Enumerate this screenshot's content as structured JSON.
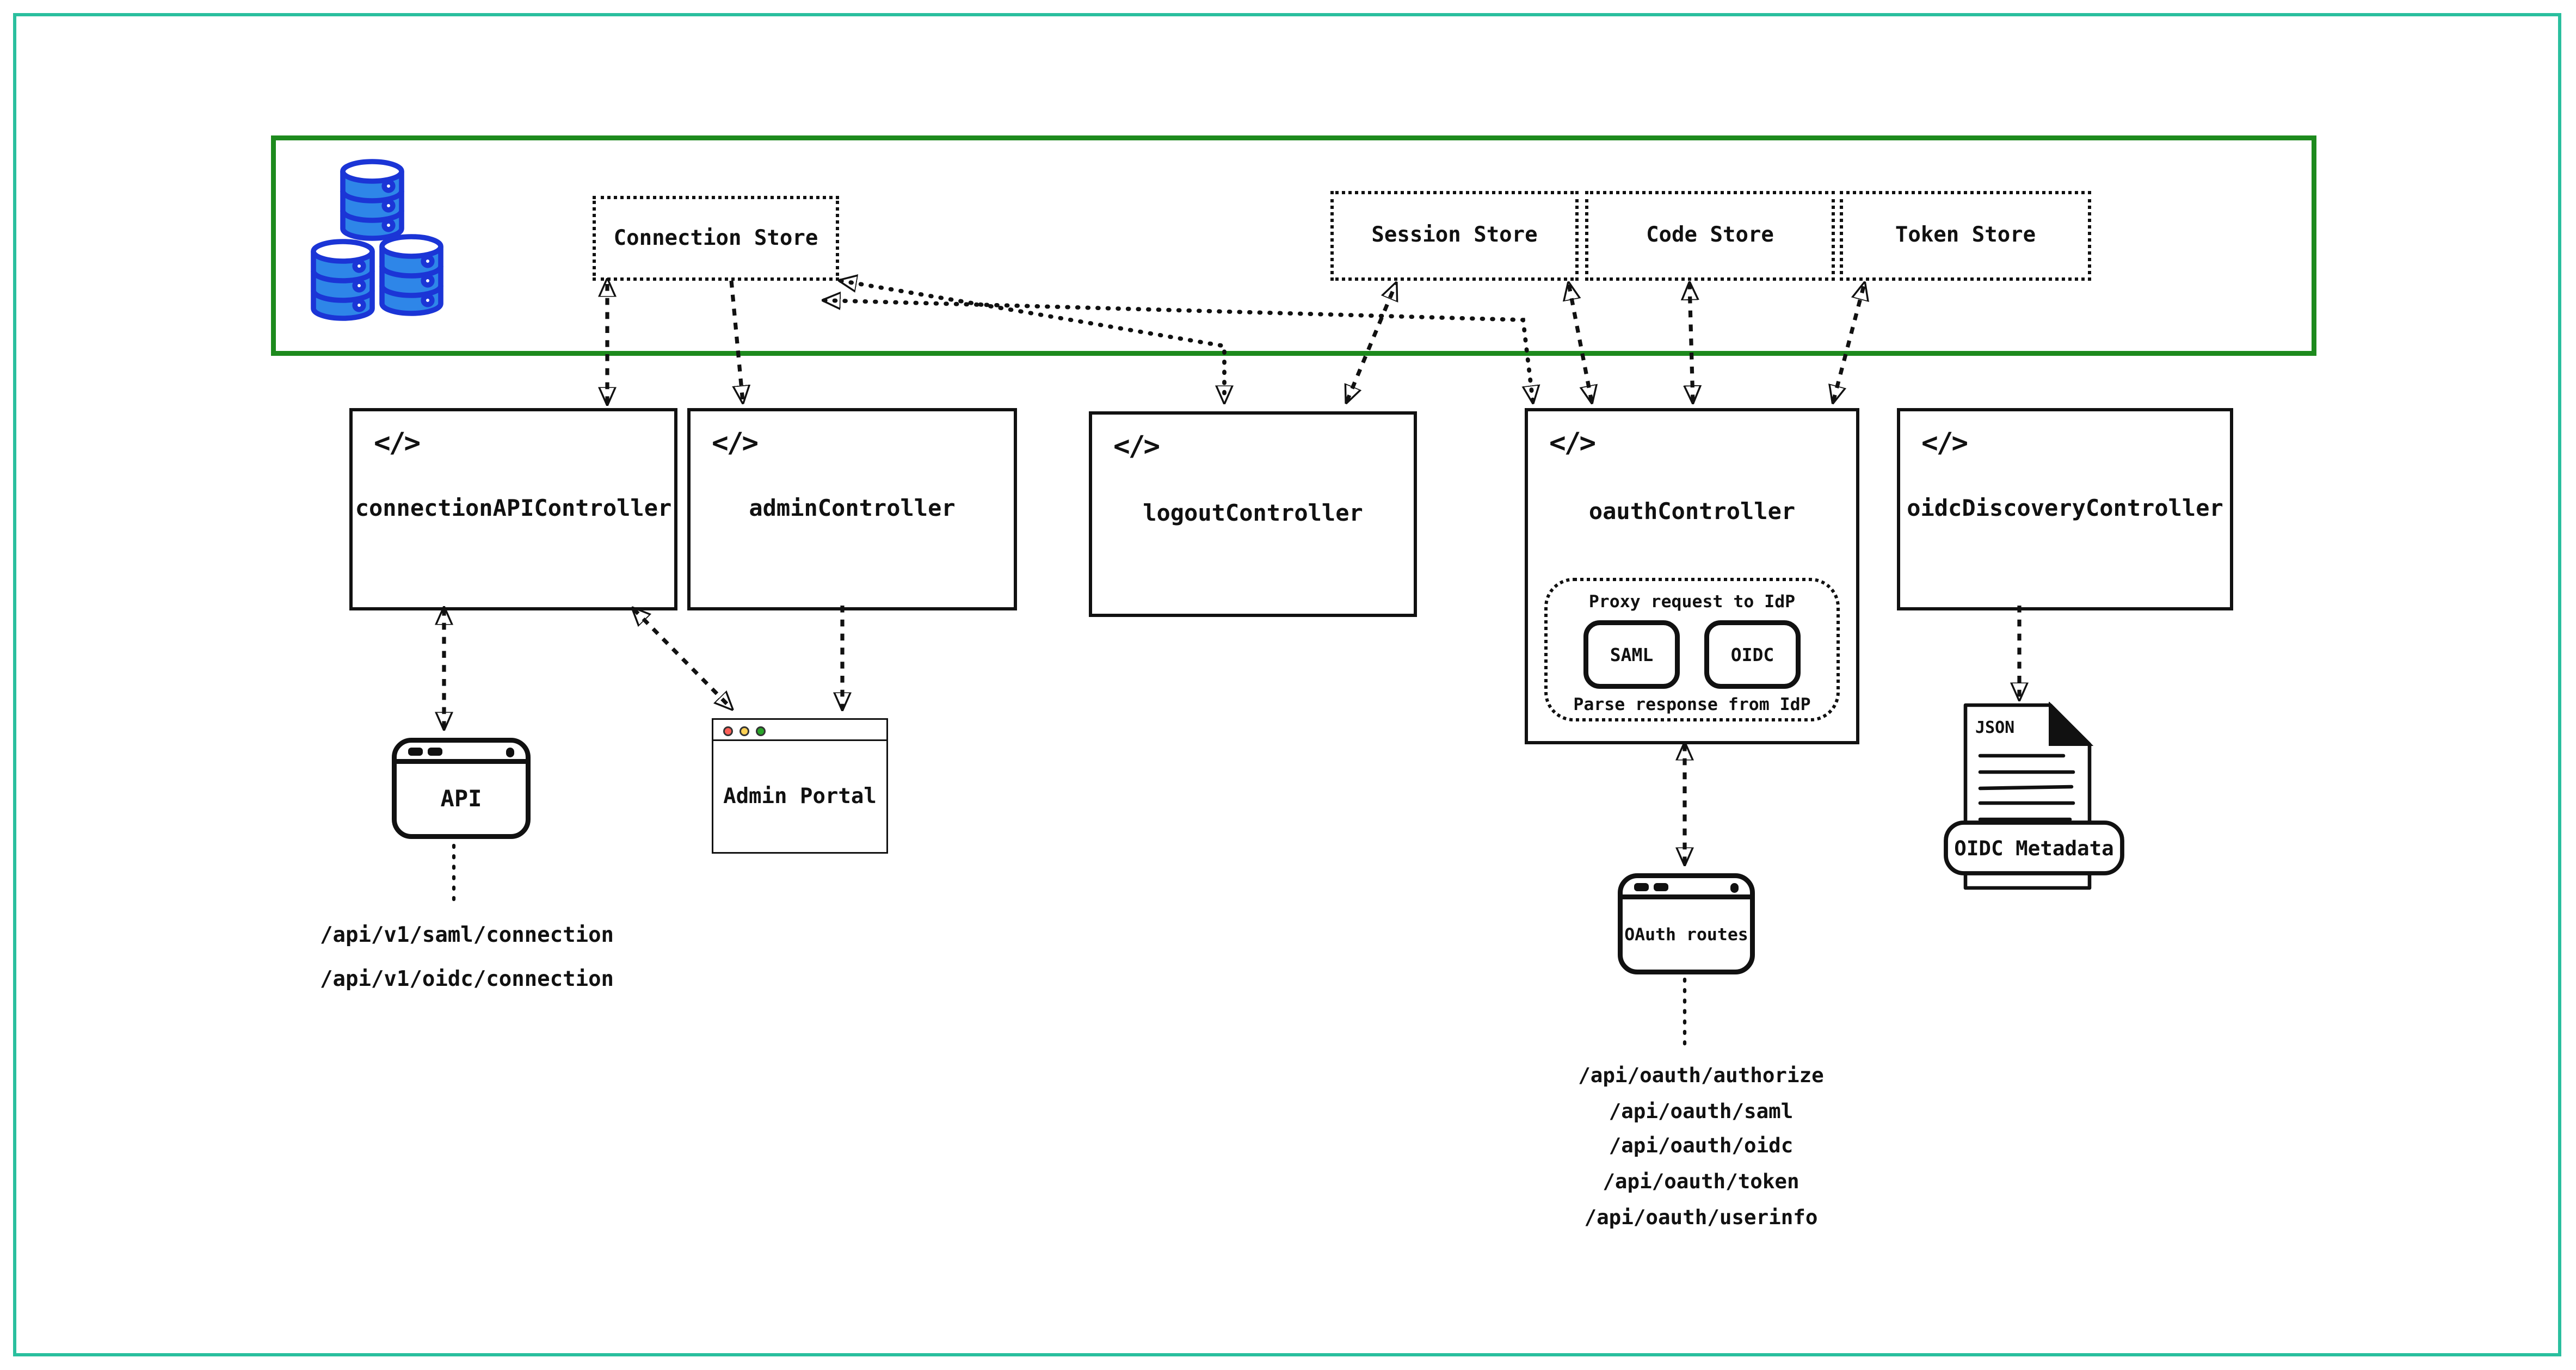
{
  "colors": {
    "frame_teal": "#2abf9e",
    "store_layer_green": "#1d8a1d",
    "database_blue_fill": "#2e86e8",
    "database_blue_stroke": "#1b35d6",
    "traffic_red": "#fd5f57",
    "traffic_yellow": "#fcd054",
    "traffic_green": "#28a428"
  },
  "icons": {
    "code": "</>"
  },
  "store_layer": {
    "database_icon": "database-cylinders-icon",
    "stores": [
      {
        "label": "Connection Store"
      },
      {
        "label": "Session Store"
      },
      {
        "label": "Code Store"
      },
      {
        "label": "Token Store"
      }
    ]
  },
  "controllers": [
    {
      "label": "connectionAPIController"
    },
    {
      "label": "adminController"
    },
    {
      "label": "logoutController"
    },
    {
      "label": "oauthController",
      "inner": {
        "top_label": "Proxy request to IdP",
        "protocols": [
          "SAML",
          "OIDC"
        ],
        "bottom_label": "Parse response from IdP"
      }
    },
    {
      "label": "oidcDiscoveryController"
    }
  ],
  "clients": {
    "api_window": {
      "label": "API"
    },
    "admin_portal_window": {
      "label": "Admin Portal"
    },
    "oauth_routes_window": {
      "label": "OAuth routes"
    },
    "oidc_metadata": {
      "file_type": "JSON",
      "label": "OIDC Metadata"
    }
  },
  "routes": {
    "connection_api": [
      "/api/v1/saml/connection",
      "/api/v1/oidc/connection"
    ],
    "oauth": [
      "/api/oauth/authorize",
      "/api/oauth/saml",
      "/api/oauth/oidc",
      "/api/oauth/token",
      "/api/oauth/userinfo"
    ]
  }
}
